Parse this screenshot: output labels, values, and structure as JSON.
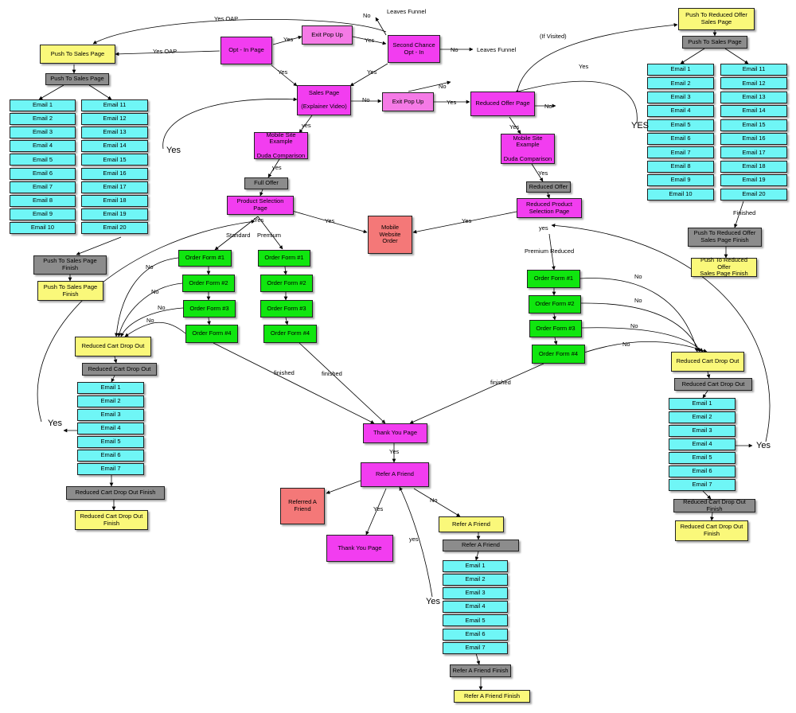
{
  "nodes": {
    "opt_in_page": "Opt - In Page",
    "exit_popup_top": "Exit Pop Up",
    "second_chance": "Second Chance\nOpt - In",
    "push_to_sales_left_yellow": "Push To Sales Page",
    "push_to_sales_left_gray": "Push To Sales Page",
    "sales_page": "Sales Page\n\n(Explainer Video)",
    "exit_popup_mid": "Exit Pop Up",
    "reduced_offer_page": "Reduced Offer Page",
    "push_reduced_offer_yellow": "Push To Reduced Offer\nSales Page",
    "push_to_sales_right_gray": "Push To Sales Page",
    "mobile_site_left": "Mobile Site Example\n\nDuda Comparison",
    "mobile_site_right": "Mobile Site\nExample\n\nDuda Comparison",
    "full_offer": "Full Offer",
    "reduced_offer": "Reduced Offer",
    "product_selection": "Product Selection Page",
    "reduced_product_selection": "Reduced Product\nSelection Page",
    "mobile_website_order": "Mobile Website\nOrder",
    "push_sales_finish_gray": "Push To Sales Page\nFinish",
    "push_sales_finish_yellow": "Push To Sales Page\nFinish",
    "push_reduced_finish_gray": "Push To Reduced Offer\nSales Page Finish",
    "push_reduced_finish_yellow": "Push To Reduced Offer\nSales Page Finish",
    "order_form_1": "Order Form #1",
    "order_form_2": "Order Form #2",
    "order_form_3": "Order Form #3",
    "order_form_4": "Order Form #4",
    "reduced_cart_left_yellow": "Reduced Cart Drop Out",
    "reduced_cart_left_gray": "Reduced Cart Drop Out",
    "reduced_cart_left_finish_gray": "Reduced Cart Drop Out Finish",
    "reduced_cart_left_finish_yellow": "Reduced Cart Drop Out\nFinish",
    "reduced_cart_right_yellow": "Reduced Cart Drop Out",
    "reduced_cart_right_gray": "Reduced Cart Drop Out",
    "reduced_cart_right_finish_gray": "Reduced Cart Drop Out Finish",
    "reduced_cart_right_finish_yellow": "Reduced Cart Drop Out\nFinish",
    "thank_you_page": "Thank You Page",
    "refer_a_friend": "Refer A Friend",
    "referred_a_friend": "Referred A\nFriend",
    "thank_you_page_2": "Thank You Page",
    "refer_a_friend_yellow": "Refer A Friend",
    "refer_a_friend_gray": "Refer A Friend",
    "refer_a_friend_finish_gray": "Refer A Friend Finish",
    "refer_a_friend_finish_yellow": "Refer A Friend Finish"
  },
  "email_prefix": "Email",
  "email_lists": {
    "sales_col1": [
      1,
      2,
      3,
      4,
      5,
      6,
      7,
      8,
      9,
      10
    ],
    "sales_col2": [
      11,
      12,
      13,
      14,
      15,
      16,
      17,
      18,
      19,
      20
    ],
    "reduced_col1": [
      1,
      2,
      3,
      4,
      5,
      6,
      7,
      8,
      9,
      10
    ],
    "reduced_col2": [
      11,
      12,
      13,
      14,
      15,
      16,
      17,
      18,
      19,
      20
    ],
    "cart_left": [
      1,
      2,
      3,
      4,
      5,
      6,
      7
    ],
    "cart_right": [
      1,
      2,
      3,
      4,
      5,
      6,
      7
    ],
    "refer": [
      1,
      2,
      3,
      4,
      5,
      6,
      7
    ]
  },
  "labels": {
    "yes_oap_top": "Yes OAP",
    "yes_oap": "Yes OAP",
    "no_leaves_top": "No",
    "leaves_funnel_top": "Leaves Funnel",
    "yes_a": "Yes",
    "yes_b": "Yes",
    "yes_c": "Yes",
    "yes_d": "Yes",
    "no_leaves_mid": "No",
    "leaves_funnel_mid": "Leaves Funnel",
    "if_visited": "(If Visited)",
    "yes_reduced_back": "Yes",
    "no_sales_exit": "No",
    "yes_exit_reduced": "Yes",
    "no_top_right": "No",
    "no_reduced_right": "No",
    "yes_big_left": "Yes",
    "yes_big_right": "YES",
    "yes_mobile_left": "yes",
    "yes_full_offer": "yes",
    "yes_mobile_right": "Yes",
    "yes_mobile_right2": "Yes",
    "yes_product": "Yes",
    "yes_to_order_left": "Yes",
    "yes_to_order_right": "Yes",
    "standard": "Standard",
    "premium": "Premium",
    "finished_right_list": "Finished",
    "yes_reduced_product": "yes",
    "premium_reduced": "Premium Reduced",
    "no_l1": "No",
    "no_l2": "No",
    "no_l3": "No",
    "no_l4": "No",
    "no_r1": "No",
    "no_r2": "No",
    "no_r3": "No",
    "no_r4": "No",
    "finished_a": "finished",
    "finished_b": "finished",
    "finished_c": "finished",
    "yes_cart_left": "Yes",
    "yes_cart_right": "Yes",
    "yes_thank_you": "Yes",
    "yes_refer": "Yes",
    "no_refer": "No",
    "yes_refer_back": "yes",
    "yes_refer_big": "Yes"
  },
  "colors": {
    "magenta": "#f23df0",
    "pink": "#f57ae6",
    "yellow": "#faf87a",
    "gray": "#8c8c8c",
    "cyan": "#6ff6f6",
    "green": "#10e60f",
    "salmon": "#f47878"
  }
}
